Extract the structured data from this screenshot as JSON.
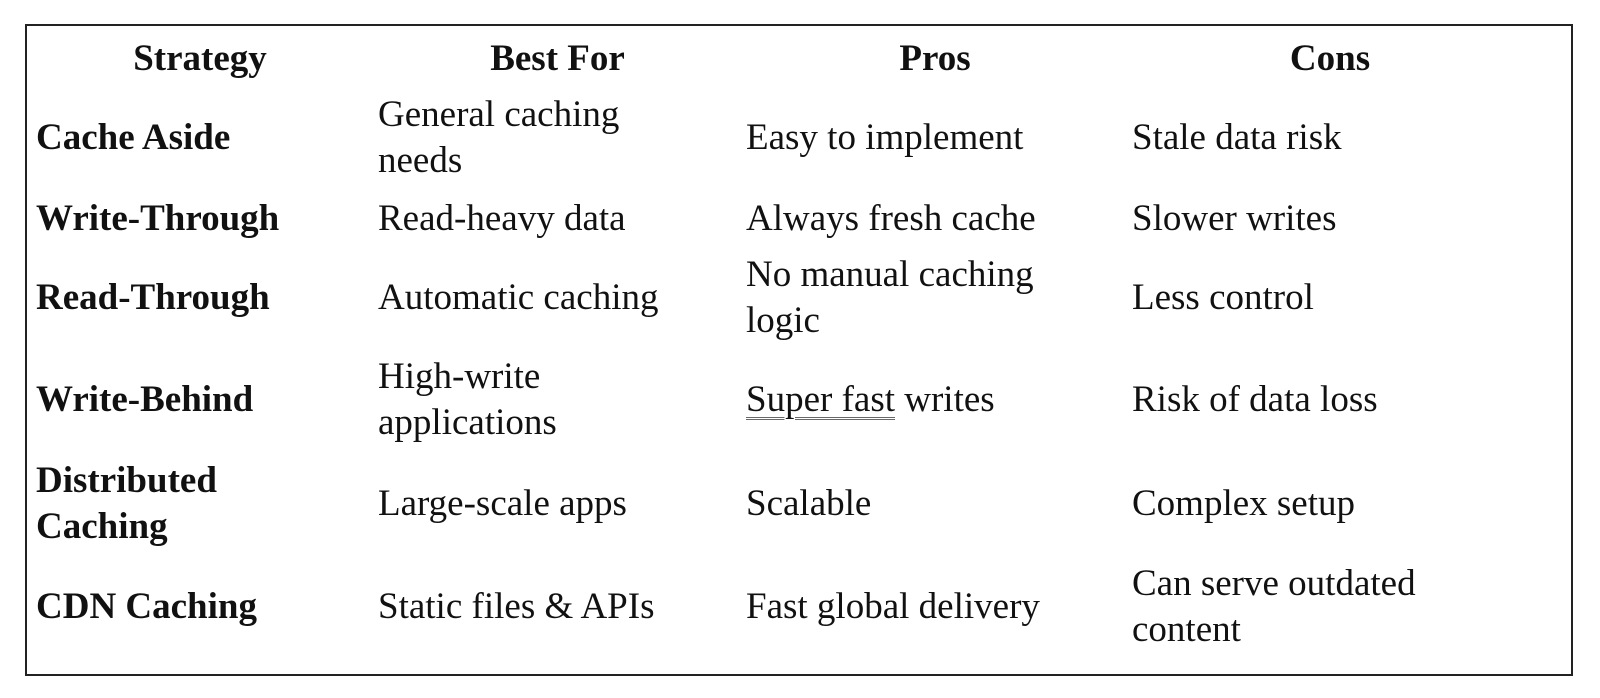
{
  "table": {
    "headers": [
      "Strategy",
      "Best For",
      "Pros",
      "Cons"
    ],
    "rows": [
      {
        "strategy": "Cache Aside",
        "best_for": [
          "General caching",
          "needs"
        ],
        "pros": [
          "Easy to implement"
        ],
        "cons": [
          "Stale data risk"
        ]
      },
      {
        "strategy": "Write-Through",
        "best_for": [
          "Read-heavy data"
        ],
        "pros": [
          "Always fresh cache"
        ],
        "cons": [
          "Slower writes"
        ]
      },
      {
        "strategy": "Read-Through",
        "best_for": [
          "Automatic caching"
        ],
        "pros": [
          "No manual caching",
          "logic"
        ],
        "cons": [
          "Less control"
        ]
      },
      {
        "strategy": "Write-Behind",
        "best_for": [
          "High-write",
          "applications"
        ],
        "pros_underlined": "Super fast",
        "pros_rest": " writes",
        "cons": [
          "Risk of data loss"
        ]
      },
      {
        "strategy": [
          "Distributed",
          "Caching"
        ],
        "best_for": [
          "Large-scale apps"
        ],
        "pros": [
          "Scalable"
        ],
        "cons": [
          "Complex setup"
        ]
      },
      {
        "strategy": "CDN Caching",
        "best_for": [
          "Static files & APIs"
        ],
        "pros": [
          "Fast global delivery"
        ],
        "cons": [
          "Can serve outdated",
          "content"
        ]
      }
    ]
  }
}
